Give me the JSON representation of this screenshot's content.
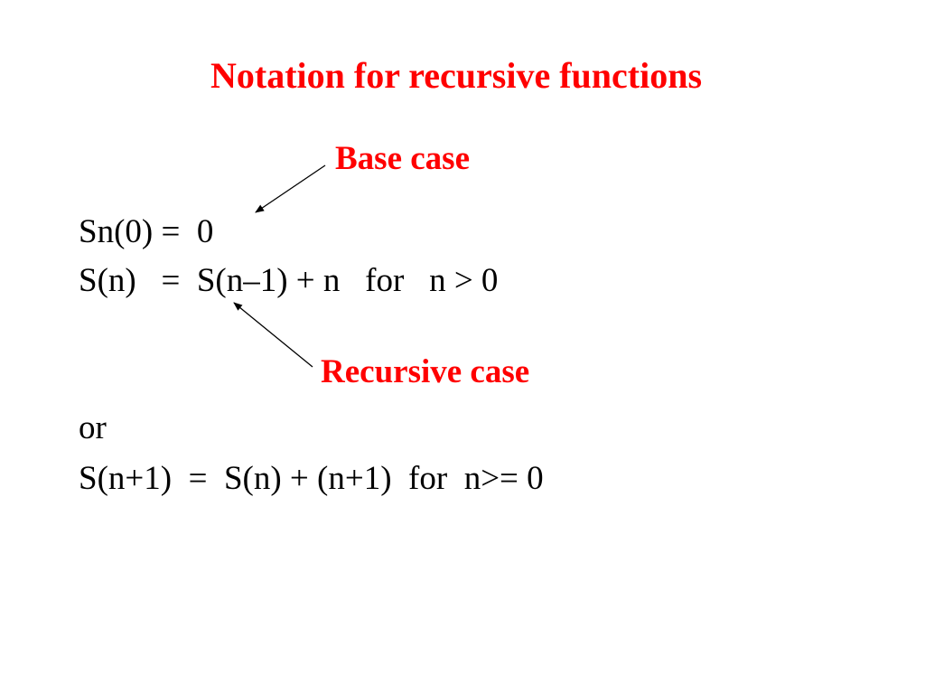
{
  "slide": {
    "title": "Notation for recursive functions",
    "callouts": {
      "base_case": "Base case",
      "recursive_case": "Recursive case"
    },
    "lines": [
      "Sn(0) =  0",
      "S(n)   =  S(n–1) + n   for   n > 0",
      "or",
      "S(n+1)  =  S(n) + (n+1)  for  n>= 0"
    ],
    "colors": {
      "title": "#ff0000",
      "callout": "#ff0000",
      "body_text": "#000000",
      "arrow": "#000000",
      "background": "#ffffff"
    }
  }
}
